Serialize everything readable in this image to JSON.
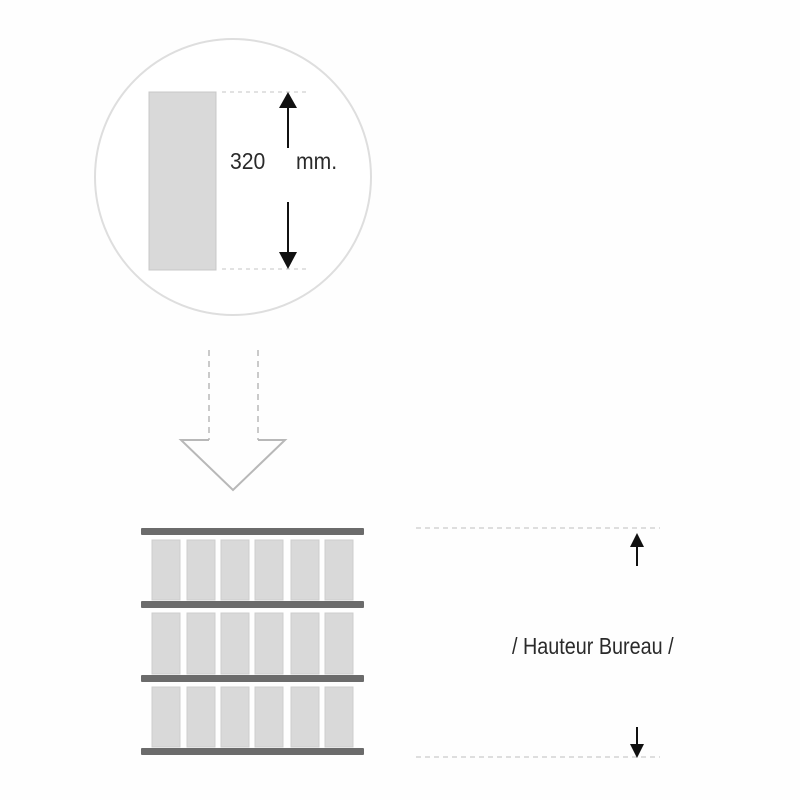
{
  "detail": {
    "value": "320",
    "unit": "mm."
  },
  "height_label": "/ Hauteur Bureau /",
  "shelving": {
    "shelves": 4,
    "binder_rows": 3,
    "binders_per_row": 6
  },
  "colors": {
    "circle_border": "#dedede",
    "binder_fill": "#d9d9d9",
    "shelf_fill": "#6b6b6b",
    "arrow_stroke": "#b8b8b8",
    "dashed_line": "#bfbfbf",
    "dimension_arrow": "#111111",
    "text": "#2a2a2a"
  }
}
